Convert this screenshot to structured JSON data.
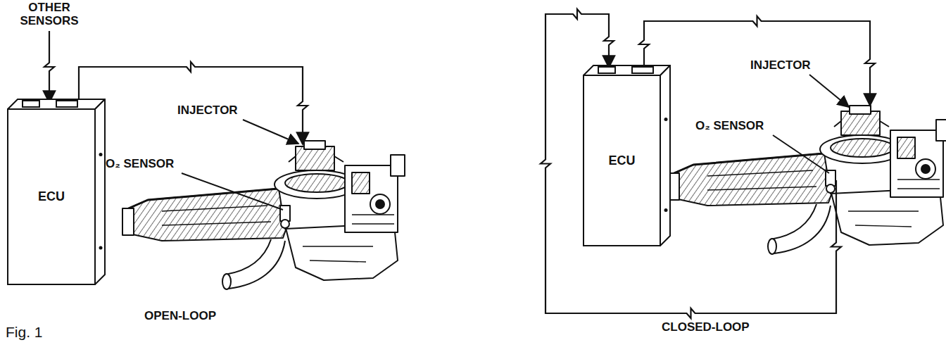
{
  "diagram": {
    "nodes": [
      {
        "text": [
          "ECU"
        ]
      },
      {
        "text": [
          "ECU"
        ]
      }
    ],
    "labels": [
      "OTHER SENSORS",
      "INJECTOR",
      "O₂ SENSOR",
      "OPEN-LOOP",
      "Fig. 1",
      "INJECTOR",
      "O₂ SENSOR",
      "CLOSED-LOOP"
    ]
  }
}
